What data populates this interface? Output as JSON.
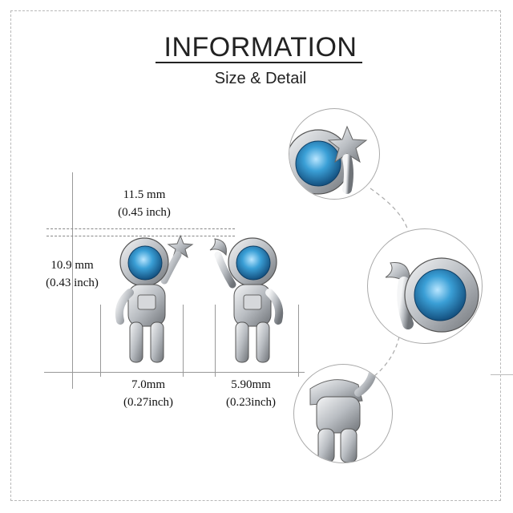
{
  "header": {
    "title": "INFORMATION",
    "subtitle": "Size & Detail"
  },
  "dimensions": {
    "width_top": {
      "mm": "11.5 mm",
      "inch": "(0.45 inch)"
    },
    "height_left": {
      "mm": "10.9 mm",
      "inch": "(0.43 inch)"
    },
    "bottom_left": {
      "mm": "7.0mm",
      "inch": "(0.27inch)"
    },
    "bottom_right": {
      "mm": "5.90mm",
      "inch": "(0.23inch)"
    }
  },
  "colors": {
    "gem": "#3a9fd6",
    "silver": "#c9ccd0",
    "line": "#999999"
  },
  "icons": [
    "astronaut-earring-left",
    "astronaut-earring-right",
    "detail-star-closeup",
    "detail-moon-closeup",
    "detail-body-closeup"
  ]
}
